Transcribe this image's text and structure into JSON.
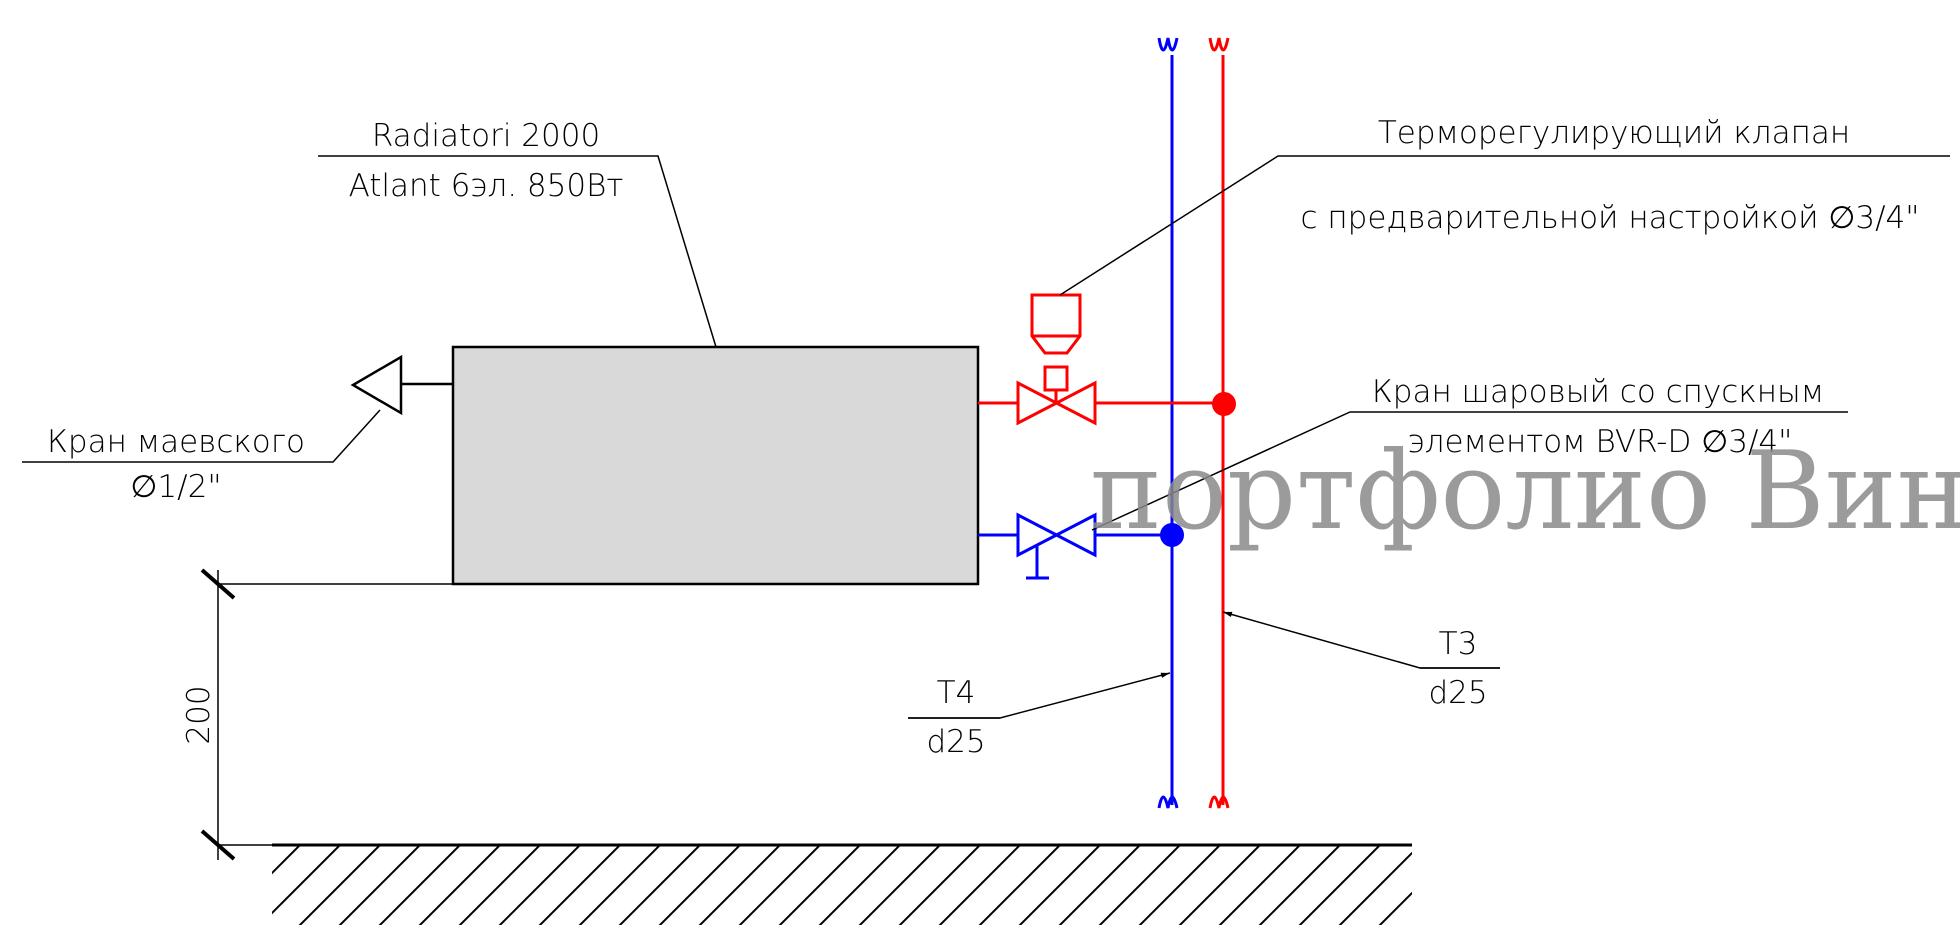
{
  "labels": {
    "radiator_line1": "Radiatori 2000",
    "radiator_line2": "Atlant 6эл. 850Вт",
    "thermo_line1": "Терморегулирующий клапан",
    "thermo_line2": "с предварительной настройкой ∅3/4\"",
    "ballvalve_line1": "Кран шаровый со спускным",
    "ballvalve_line2": "элементом BVR-D ∅3/4\"",
    "mayevsky_line1": "Кран маевского",
    "mayevsky_line2": "∅1/2\"",
    "t3_name": "Т3",
    "t3_size": "d25",
    "t4_name": "Т4",
    "t4_size": "d25",
    "dimension": "200",
    "watermark": "портфолио Вин"
  },
  "colors": {
    "supply": "#ff0000",
    "return": "#0000ff",
    "radiator_fill": "#d9d9d9",
    "outline": "#000000"
  }
}
